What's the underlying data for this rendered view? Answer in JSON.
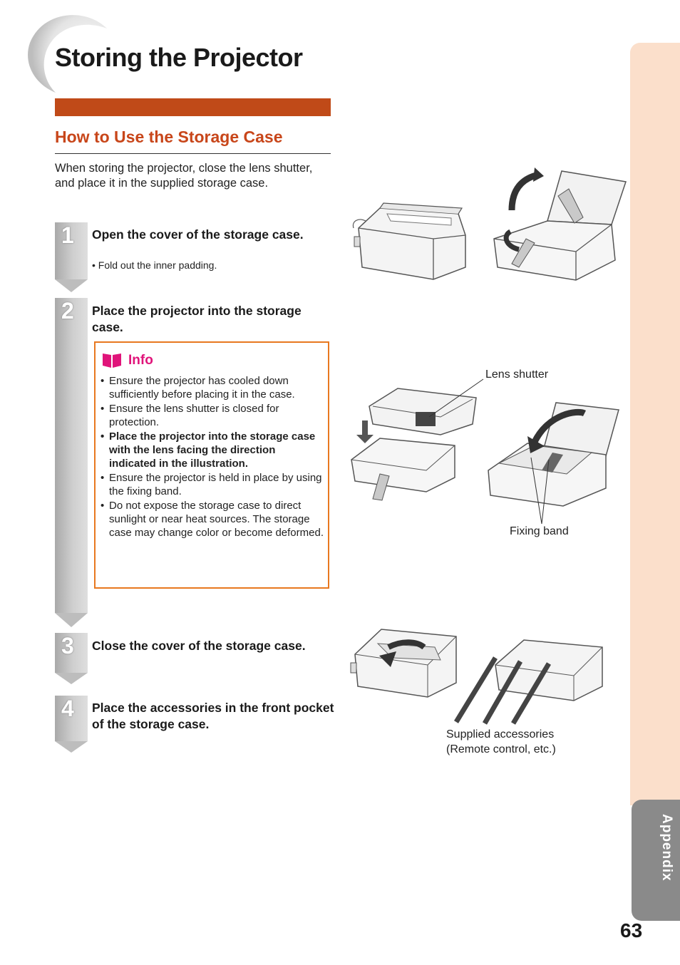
{
  "page": {
    "title": "Storing the Projector",
    "section_heading": "How to Use the Storage Case",
    "intro": "When storing the projector, close the lens shutter, and place it in the supplied storage case."
  },
  "steps": [
    {
      "number": "1",
      "text": "Open the cover of the storage case.",
      "note": "• Fold out the inner padding."
    },
    {
      "number": "2",
      "text": "Place the projector into the storage case."
    },
    {
      "number": "3",
      "text": "Close the cover of the storage case."
    },
    {
      "number": "4",
      "text": "Place the accessories in the front pocket of the storage case."
    }
  ],
  "info": {
    "title": "Info",
    "items": [
      {
        "text": "Ensure the projector has cooled down sufficiently before placing it in the case.",
        "bold": false
      },
      {
        "text": "Ensure the lens shutter is closed for protection.",
        "bold": false
      },
      {
        "text": "Place the projector into the storage case with the lens facing the direction indicated in the illustration.",
        "bold": true
      },
      {
        "text": "Ensure the projector is held in place by using the fixing band.",
        "bold": false
      },
      {
        "text": "Do not expose the storage case to direct sunlight or near heat sources. The storage case may change color or become deformed.",
        "bold": false
      }
    ]
  },
  "labels": {
    "lens_shutter": "Lens shutter",
    "fixing_band": "Fixing band",
    "supplied_accessories_1": "Supplied accessories",
    "supplied_accessories_2": "(Remote control, etc.)"
  },
  "sidebar": {
    "label": "Appendix"
  },
  "page_number": "63",
  "colors": {
    "accent": "#c04a18",
    "heading": "#c8461a",
    "info_border": "#e8781f",
    "info_title": "#e0147a",
    "side_tab": "#fbdfcb"
  }
}
